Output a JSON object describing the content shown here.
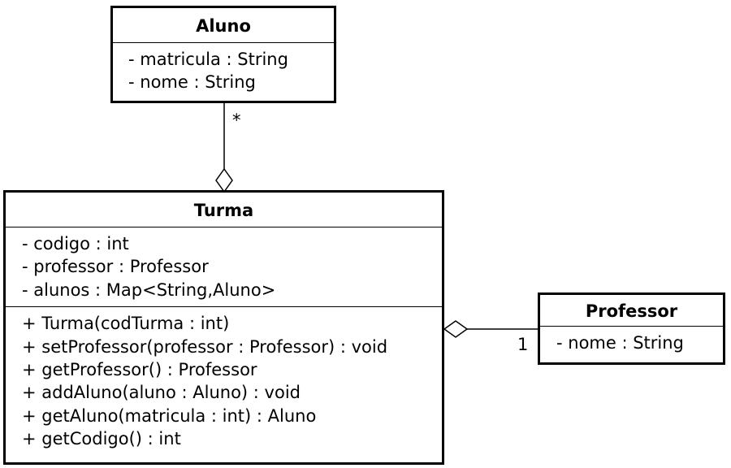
{
  "classes": {
    "aluno": {
      "name": "Aluno",
      "attributes": [
        "- matricula : String",
        "- nome : String"
      ]
    },
    "turma": {
      "name": "Turma",
      "attributes": [
        "- codigo : int",
        "- professor : Professor",
        "- alunos : Map<String,Aluno>"
      ],
      "operations": [
        "+ Turma(codTurma : int)",
        "+ setProfessor(professor : Professor) : void",
        "+ getProfessor() : Professor",
        "+ addAluno(aluno : Aluno) : void",
        "+ getAluno(matricula : int) : Aluno",
        "+ getCodigo() : int"
      ]
    },
    "professor": {
      "name": "Professor",
      "attributes": [
        "- nome : String"
      ]
    }
  },
  "associations": [
    {
      "whole": "Turma",
      "part": "Aluno",
      "kind": "aggregation",
      "multiplicity": "*"
    },
    {
      "whole": "Turma",
      "part": "Professor",
      "kind": "aggregation",
      "multiplicity": "1"
    }
  ]
}
